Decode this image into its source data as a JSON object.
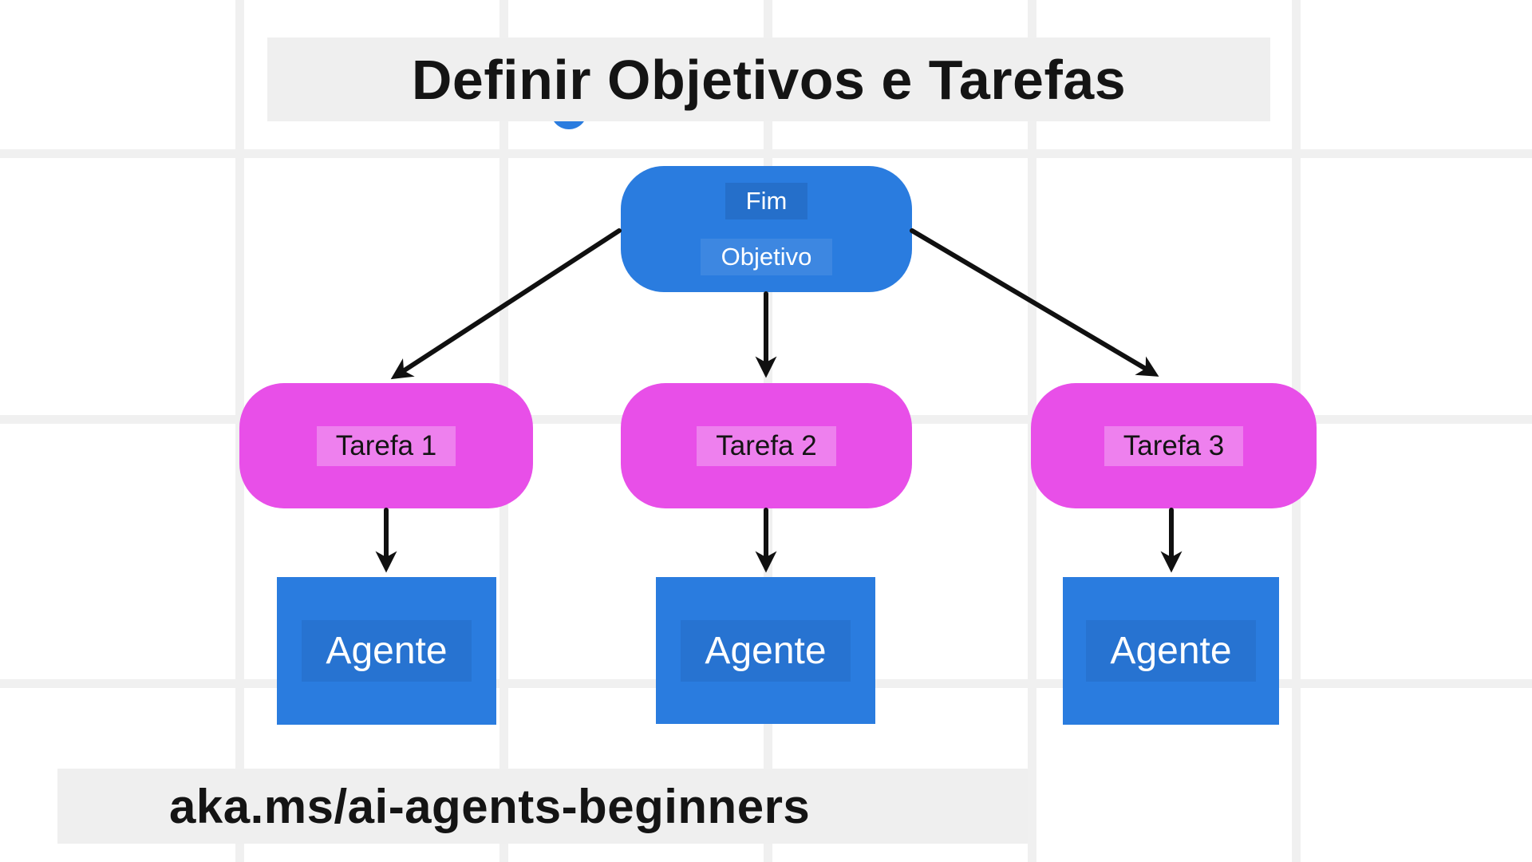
{
  "title": "Definir Objetivos e Tarefas",
  "footer": "aka.ms/ai-agents-beginners",
  "diagram": {
    "root": {
      "line1": "Fim",
      "line2": "Objetivo"
    },
    "tasks": [
      {
        "label": "Tarefa 1"
      },
      {
        "label": "Tarefa 2"
      },
      {
        "label": "Tarefa 3"
      }
    ],
    "agents": [
      {
        "label": "Agente"
      },
      {
        "label": "Agente"
      },
      {
        "label": "Agente"
      }
    ]
  },
  "colors": {
    "blue": "#2A7CDF",
    "magenta": "#E84FE8",
    "grid": "#F0F0F0",
    "panel": "#EFEFEF",
    "arrow": "#101010",
    "text_dark": "#141414",
    "text_light": "#FFFFFF"
  }
}
